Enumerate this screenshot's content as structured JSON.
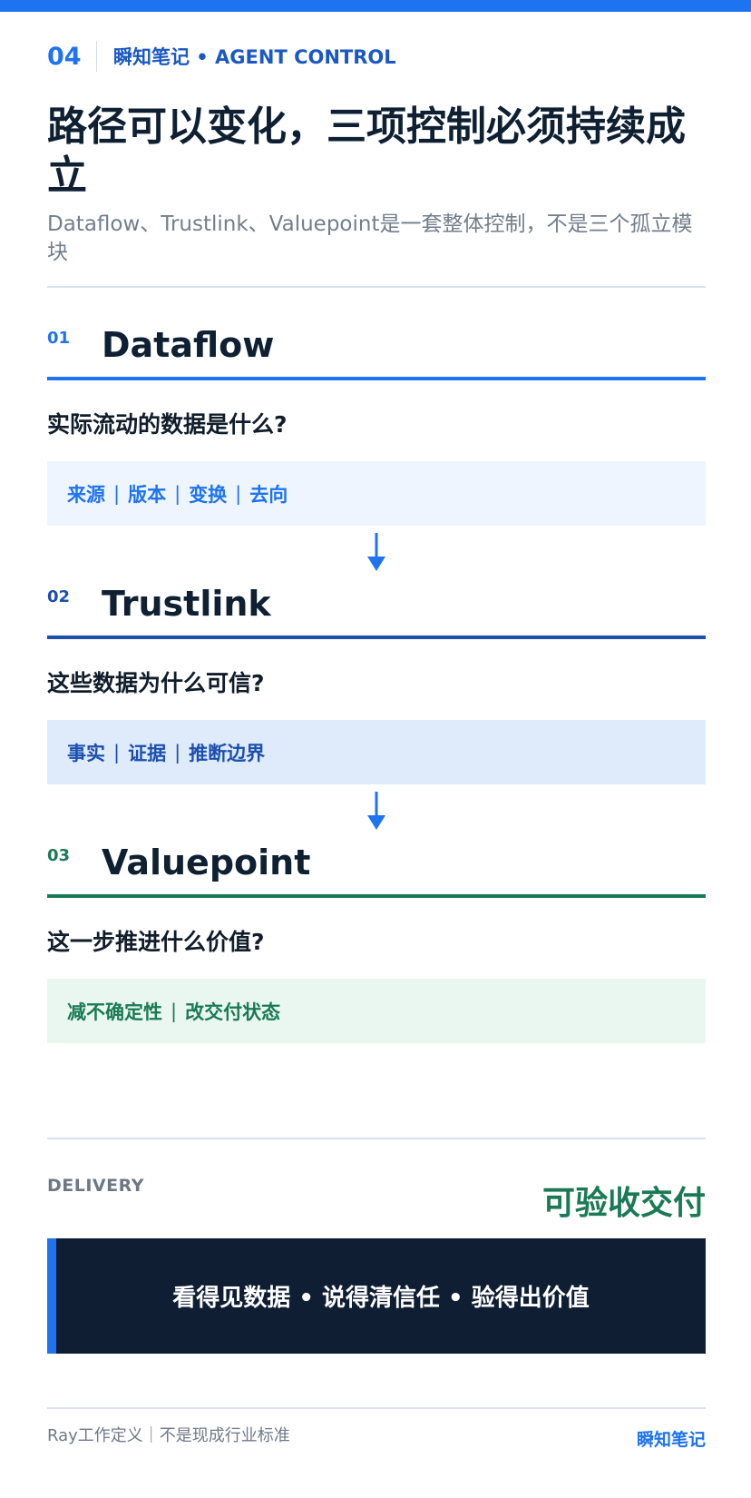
{
  "header": {
    "page_number": "04",
    "brand_line": "瞬知笔记 • AGENT CONTROL"
  },
  "title": "路径可以变化，三项控制必须持续成立",
  "subtitle": "Dataflow、Trustlink、Valuepoint是一套整体控制，不是三个孤立模块",
  "sections": [
    {
      "number": "01",
      "name": "Dataflow",
      "question": "实际流动的数据是什么?",
      "tags": [
        "来源",
        "版本",
        "变换",
        "去向"
      ],
      "accent_color": "#1e73f0",
      "text_color": "#1e73f0",
      "box_color": "#eef5fe"
    },
    {
      "number": "02",
      "name": "Trustlink",
      "question": "这些数据为什么可信?",
      "tags": [
        "事实",
        "证据",
        "推断边界"
      ],
      "accent_color": "#1b4fae",
      "text_color": "#1b4fae",
      "box_color": "#dfeafb"
    },
    {
      "number": "03",
      "name": "Valuepoint",
      "question": "这一步推进什么价值?",
      "tags": [
        "减不确定性",
        "改交付状态"
      ],
      "accent_color": "#1a7a55",
      "text_color": "#1a7a55",
      "box_color": "#eaf7f0"
    }
  ],
  "delivery": {
    "label": "DELIVERY",
    "value": "可验收交付"
  },
  "banner": {
    "text": "看得见数据 • 说得清信任 • 验得出价值"
  },
  "footer": {
    "left": "Ray工作定义｜不是现成行业标准",
    "right": "瞬知笔记"
  },
  "colors": {
    "primary": "#1e73f0",
    "dark": "#0f1e33",
    "green": "#1a7a55"
  }
}
